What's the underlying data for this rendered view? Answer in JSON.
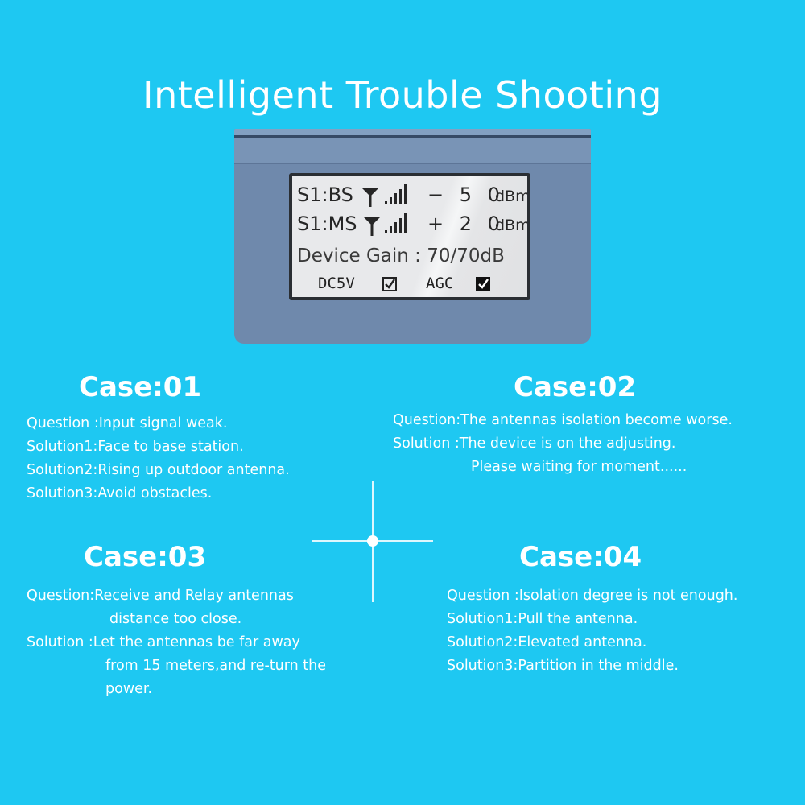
{
  "page": {
    "title": "Intelligent Trouble Shooting",
    "background_color": "#1ec8f2"
  },
  "device": {
    "body_color": "#6f89ac",
    "lcd": {
      "row1": {
        "label": "S1:BS",
        "value": "− 5 0",
        "unit": "dBm"
      },
      "row2": {
        "label": "S1:MS",
        "value": "+ 2 0",
        "unit": "dBm"
      },
      "gain": "Device Gain : 70/70dB",
      "status": [
        {
          "label": "DC5V",
          "checked": true
        },
        {
          "label": "AGC",
          "checked": true
        }
      ],
      "icons": [
        "antenna-icon",
        "signal-bars-icon",
        "checkbox-checked-icon"
      ]
    }
  },
  "cases": [
    {
      "title": "Case:01",
      "lines": [
        {
          "label": "Question : ",
          "text": "Input signal weak."
        },
        {
          "label": "Solution1: ",
          "text": "Face to base station."
        },
        {
          "label": "Solution2: ",
          "text": "Rising up outdoor antenna."
        },
        {
          "label": "Solution3: ",
          "text": "Avoid obstacles."
        }
      ]
    },
    {
      "title": "Case:02",
      "lines": [
        {
          "label": "Question: ",
          "text": "The antennas isolation become worse."
        },
        {
          "label": "Solution : ",
          "text": "The device is on the adjusting."
        },
        {
          "label": "",
          "text": "Please waiting for moment......"
        }
      ]
    },
    {
      "title": "Case:03",
      "lines": [
        {
          "label": "Question: ",
          "text": "Receive and Relay antennas"
        },
        {
          "label": "",
          "text": "distance too close."
        },
        {
          "label": "Solution : ",
          "text": "Let the antennas be far away"
        },
        {
          "label": "",
          "text": "from 15 meters,and re-turn the"
        },
        {
          "label": "",
          "text": "power."
        }
      ]
    },
    {
      "title": "Case:04",
      "lines": [
        {
          "label": "Question : ",
          "text": "Isolation degree is not enough."
        },
        {
          "label": "Solution1: ",
          "text": "Pull the antenna."
        },
        {
          "label": "Solution2: ",
          "text": "Elevated antenna."
        },
        {
          "label": "Solution3: ",
          "text": "Partition in the middle."
        }
      ]
    }
  ]
}
